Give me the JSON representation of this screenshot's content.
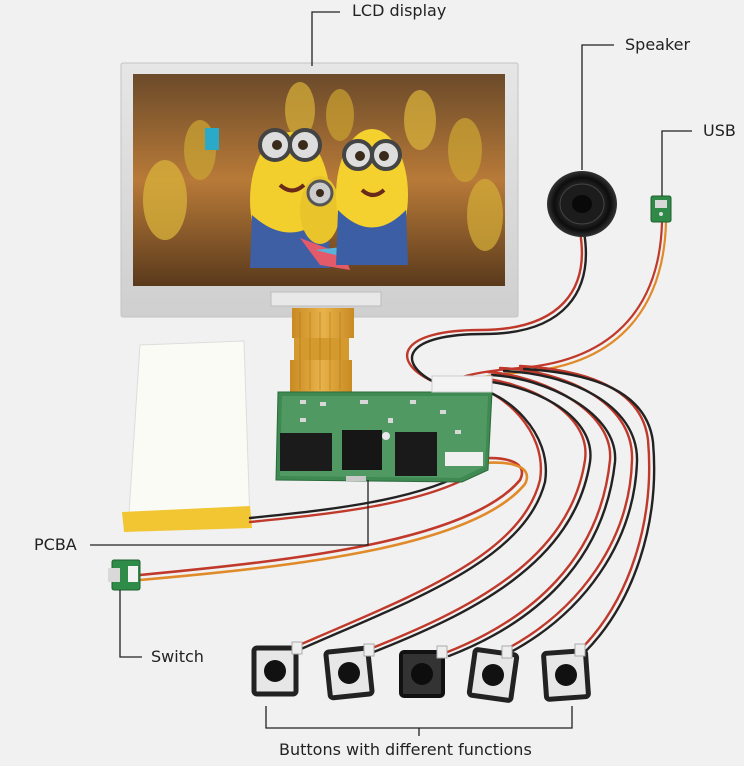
{
  "labels": {
    "lcd": "LCD display",
    "speaker": "Speaker",
    "usb": "USB",
    "pcba": "PCBA",
    "switch": "Switch",
    "buttons": "Buttons with different functions"
  },
  "colors": {
    "background": "#f1f1f1",
    "wire_red": "#c0392b",
    "wire_black": "#222222",
    "pcb_green": "#3e8a52",
    "flex_cable": "#d9a03a",
    "battery_edge": "#f2c532"
  }
}
